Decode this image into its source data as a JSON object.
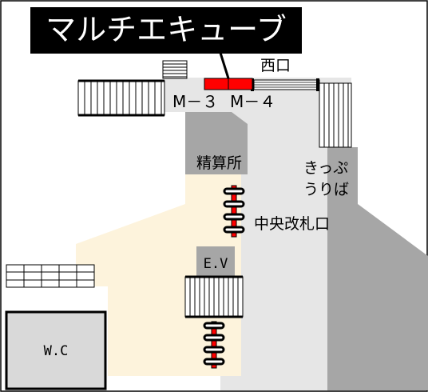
{
  "title": "マルチエキューブ",
  "labels": {
    "west_exit": "西口",
    "stall_m3": "M－３",
    "stall_m4": "M－４",
    "fare_office": "精算所",
    "ticket_office": "きっぷ\nうりば",
    "central_gate": "中央改札口",
    "elevator": "E.V",
    "restroom": "W.C"
  },
  "colors": {
    "title_bg": "#000000",
    "title_text": "#ffffff",
    "highlight": "#ff0000",
    "concourse": "#e6e6e6",
    "dark_gray": "#a6a6a6",
    "paid_area": "#fdf3dc",
    "ticket_gate": "#000000",
    "restroom_fill": "#d9d9d9"
  },
  "icons": {
    "ticket_gate": "ticket-gate-icon",
    "stairs": "stairs-icon"
  }
}
